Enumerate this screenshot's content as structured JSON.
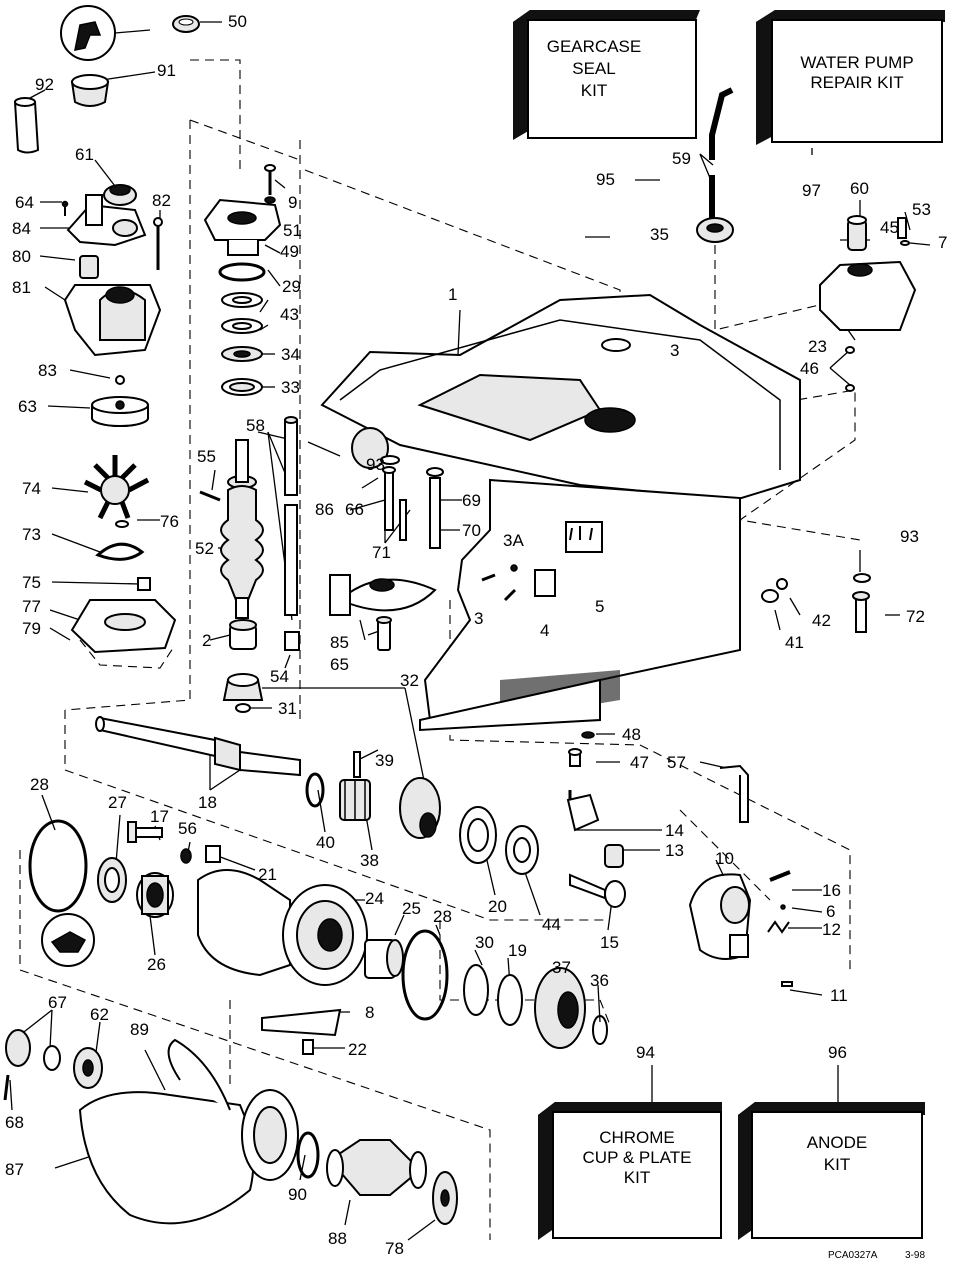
{
  "kits": {
    "gearcase_seal": [
      "GEARCASE",
      "SEAL",
      "KIT"
    ],
    "water_pump": [
      "WATER PUMP",
      "REPAIR KIT"
    ],
    "chrome_cup": [
      "CHROME",
      "CUP & PLATE",
      "KIT"
    ],
    "anode": [
      "ANODE",
      "KIT"
    ]
  },
  "labels": {
    "p1": "1",
    "p2": "2",
    "p3a": "3",
    "p3b": "3",
    "p3A": "3A",
    "p4": "4",
    "p5": "5",
    "p6": "6",
    "p7": "7",
    "p8": "8",
    "p9": "9",
    "p10": "10",
    "p11": "11",
    "p12": "12",
    "p13": "13",
    "p14": "14",
    "p15": "15",
    "p16": "16",
    "p17": "17",
    "p18": "18",
    "p19": "19",
    "p20": "20",
    "p21": "21",
    "p22": "22",
    "p23": "23",
    "p24": "24",
    "p25": "25",
    "p26": "26",
    "p27": "27",
    "p28a": "28",
    "p28b": "28",
    "p29": "29",
    "p30": "30",
    "p31": "31",
    "p32": "32",
    "p33": "33",
    "p34": "34",
    "p35": "35",
    "p36": "36",
    "p37": "37",
    "p38": "38",
    "p39": "39",
    "p40": "40",
    "p41": "41",
    "p42": "42",
    "p43": "43",
    "p44": "44",
    "p45": "45",
    "p46": "46",
    "p47": "47",
    "p48": "48",
    "p49": "49",
    "p50": "50",
    "p51": "51",
    "p52": "52",
    "p53": "53",
    "p54": "54",
    "p55": "55",
    "p56": "56",
    "p57": "57",
    "p58": "58",
    "p59": "59",
    "p60": "60",
    "p61": "61",
    "p62": "62",
    "p63": "63",
    "p64": "64",
    "p65": "65",
    "p66": "66",
    "p67": "67",
    "p68": "68",
    "p69": "69",
    "p70": "70",
    "p71": "71",
    "p72": "72",
    "p73": "73",
    "p74": "74",
    "p75": "75",
    "p76": "76",
    "p77": "77",
    "p78": "78",
    "p79": "79",
    "p80": "80",
    "p81": "81",
    "p82": "82",
    "p83": "83",
    "p84": "84",
    "p85": "85",
    "p86": "86",
    "p87": "87",
    "p88": "88",
    "p89": "89",
    "p90": "90",
    "p91": "91",
    "p92": "92",
    "p93a": "93",
    "p93b": "93",
    "p94": "94",
    "p95": "95",
    "p96": "96",
    "p97": "97"
  },
  "footer": {
    "code": "PCA0327A",
    "date": "3-98"
  }
}
